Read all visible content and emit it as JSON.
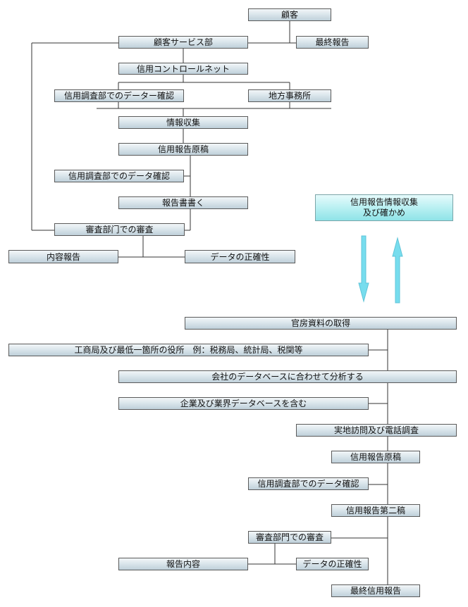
{
  "colors": {
    "box_top": "#f2f6f8",
    "box_bottom": "#bfd0da",
    "arrow": "#77ddee",
    "line": "#333333"
  },
  "top_flow": {
    "customer": "顧客",
    "final_report": "最終報告",
    "customer_service": "顧客サービス部",
    "credit_control": "信用コントロールネット",
    "investigation_check": "信用調査部でのデーター確認",
    "regional_office": "地方事務所",
    "info_collection": "情報収集",
    "credit_report_draft": "信用報告原稿",
    "investigation_data_check": "信用調査部でのデータ確認",
    "report_writing": "報告書書く",
    "review": "審査部门での審査",
    "content_report": "内容報告",
    "data_accuracy": "データの正確性"
  },
  "center_box": {
    "line1": "信用報告情報収集",
    "line2": "及び確かめ"
  },
  "bottom_flow": {
    "official_docs": "官房資料の取得",
    "agencies": "工商局及び最低一箇所の役所　例：税務局、統計局、税関等",
    "company_db": "会社のデータベースに合わせて分析する",
    "industry_db": "企業及び業界データベースを含む",
    "site_visit": "実地訪問及び電話調査",
    "credit_report_draft": "信用報告原稿",
    "investigation_data_check": "信用調査部でのデータ確認",
    "second_draft": "信用報告第二稿",
    "review": "審査部門での審査",
    "report_content": "報告内容",
    "data_accuracy": "データの正確性",
    "final_credit_report": "最終信用報告"
  }
}
